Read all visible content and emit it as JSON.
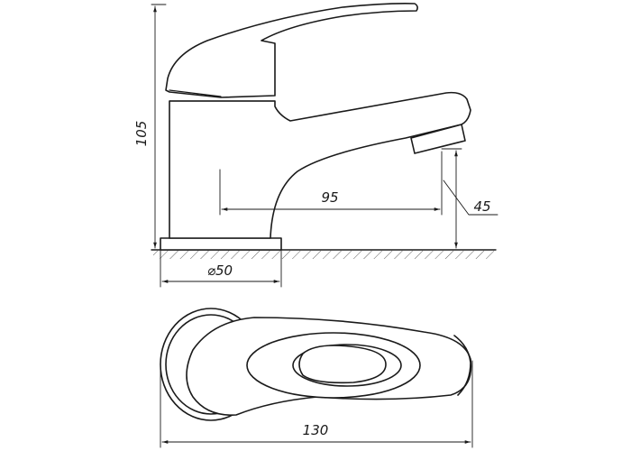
{
  "drawing": {
    "line_color": "#1a1a1a",
    "background": "#ffffff",
    "dimensions": {
      "height_total": "105",
      "spout_reach": "95",
      "spout_height": "45",
      "base_diameter": "⌀50",
      "overall_length": "130"
    }
  }
}
